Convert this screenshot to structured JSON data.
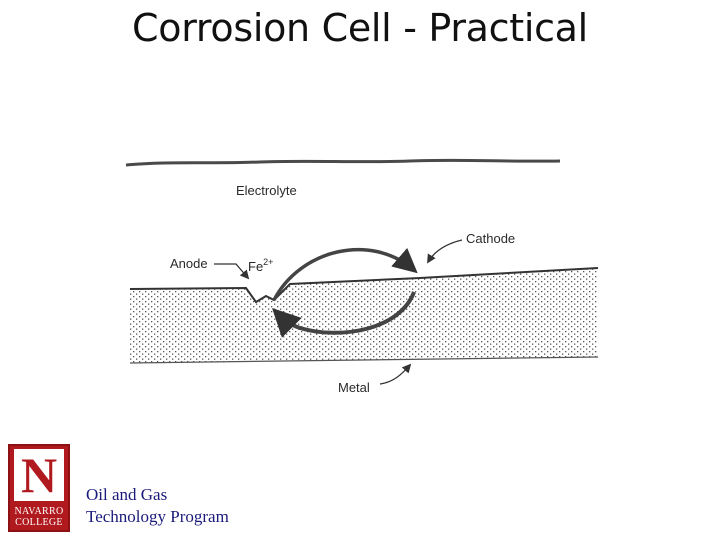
{
  "slide": {
    "title": "Corrosion Cell - Practical"
  },
  "diagram": {
    "labels": {
      "electrolyte": "Electrolyte",
      "anode": "Anode",
      "ion": "Fe",
      "ion_charge": "2+",
      "cathode": "Cathode",
      "metal": "Metal"
    }
  },
  "logo": {
    "letter": "N",
    "line1": "NAVARRO",
    "line2": "COLLEGE",
    "colors": {
      "primary": "#b0191e",
      "text": "#ffffff"
    }
  },
  "footer": {
    "line1": "Oil and Gas",
    "line2": "Technology Program",
    "color": "#1a1a7a"
  }
}
